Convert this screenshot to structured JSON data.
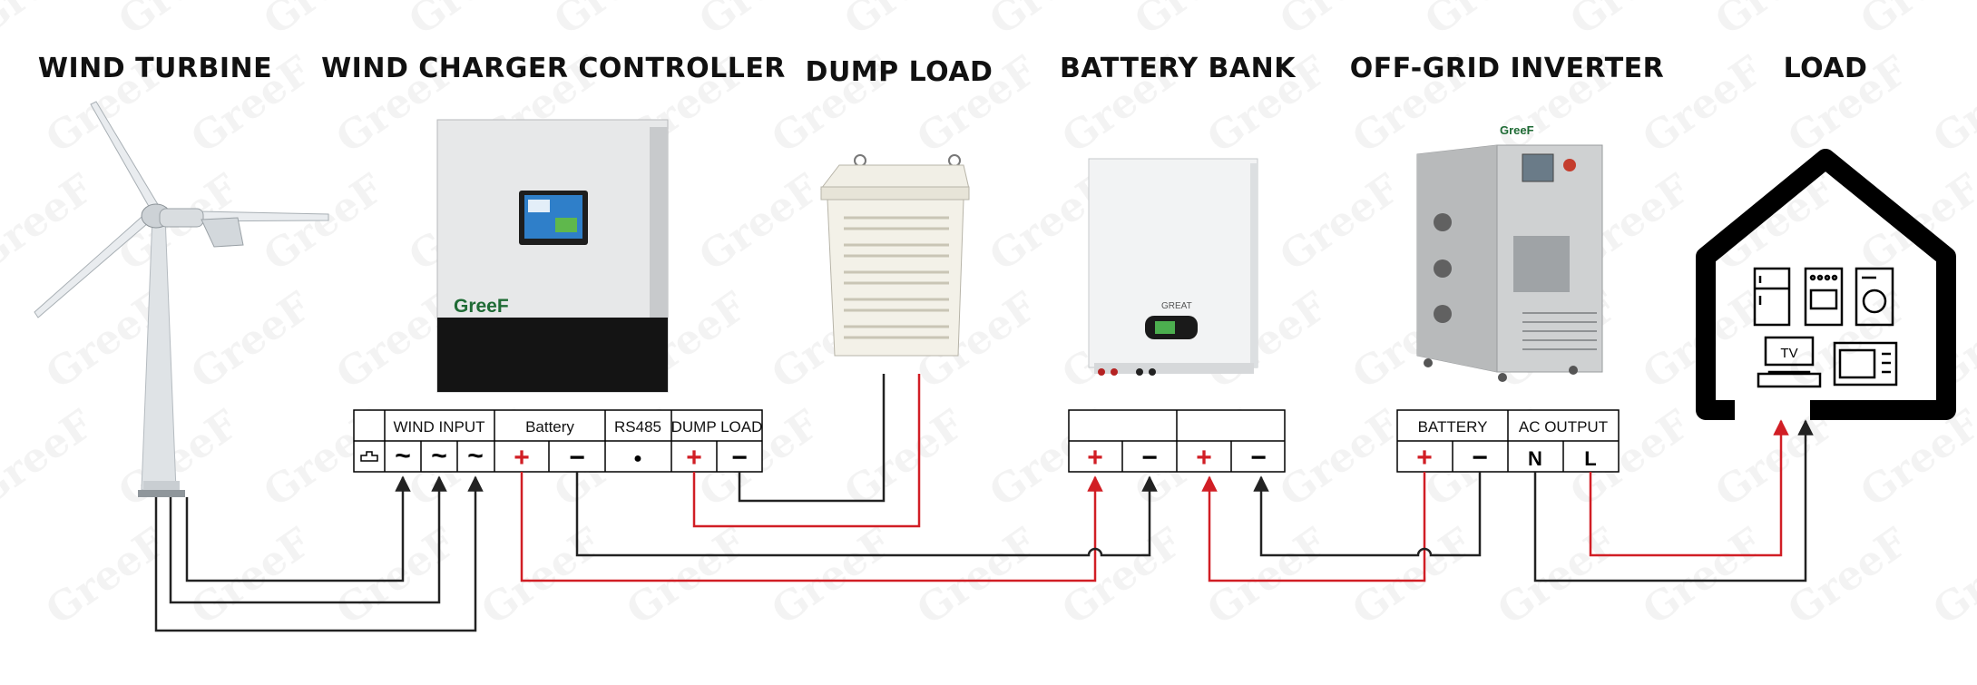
{
  "titles": {
    "wind_turbine": "WIND TURBINE",
    "controller": "WIND CHARGER CONTROLLER",
    "dump_load": "DUMP LOAD",
    "battery_bank": "BATTERY BANK",
    "inverter": "OFF-GRID INVERTER",
    "load": "LOAD"
  },
  "controller_terminals": {
    "wind_input": "WIND INPUT",
    "battery": "Battery",
    "rs485": "RS485",
    "dump_load": "DUMP LOAD"
  },
  "inverter_terminals": {
    "battery": "BATTERY",
    "ac_output": "AC OUTPUT",
    "neutral": "N",
    "line": "L"
  },
  "symbols": {
    "ac": "~",
    "plus": "+",
    "minus": "−",
    "dot": "●"
  },
  "product_text": {
    "controller_brand": "GreeF",
    "inverter_brand": "GreeF",
    "battery_brand": "GREAT"
  },
  "house_labels": {
    "tv": "TV"
  },
  "watermark_text": "GreeF",
  "colors": {
    "positive_wire": "#d11e25",
    "negative_wire": "#222222",
    "line_wire": "#d11e25"
  }
}
